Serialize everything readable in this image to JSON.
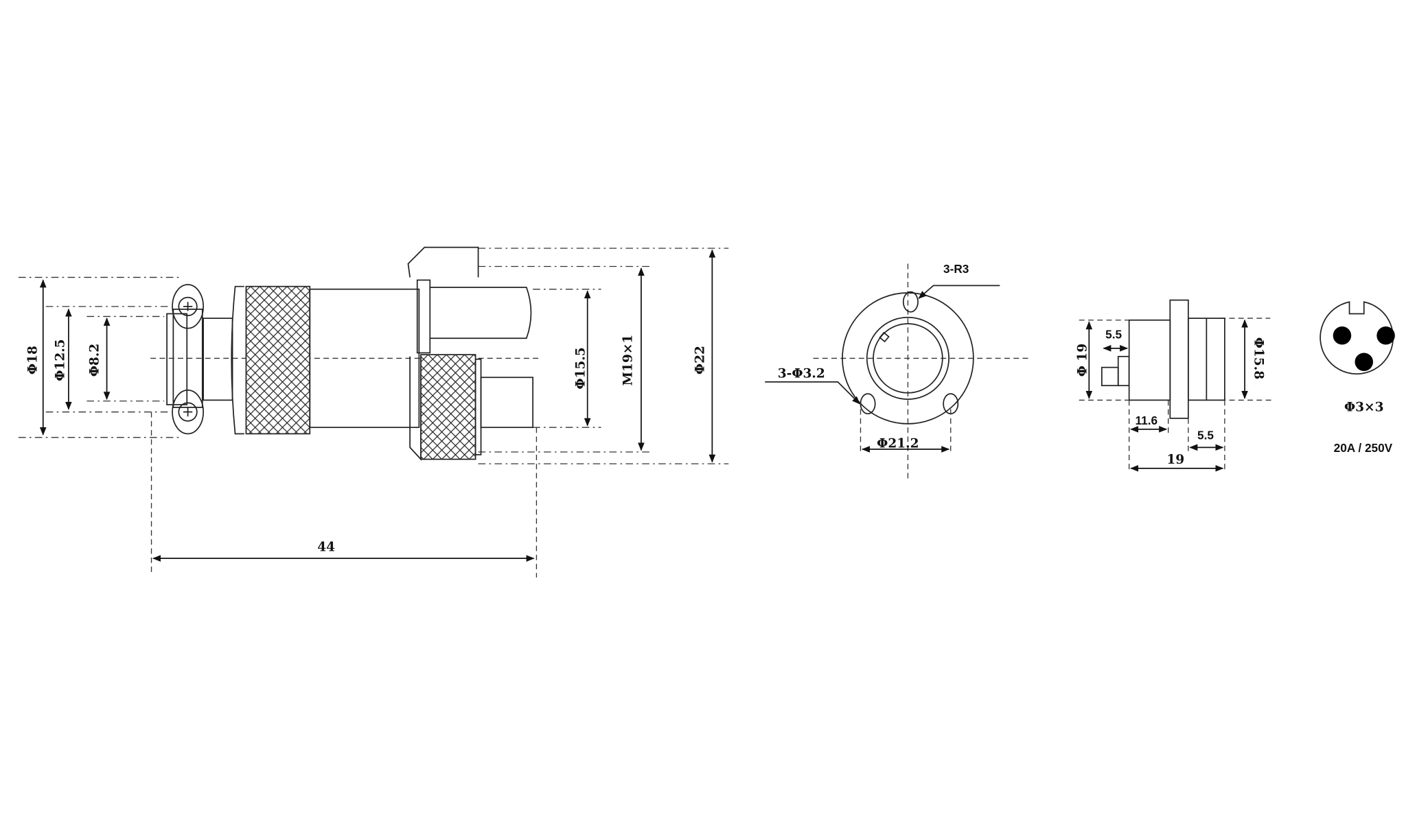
{
  "plug_side_view": {
    "dim_outer_dia": "Φ18",
    "dim_mid_dia": "Φ12.5",
    "dim_inner_dia": "Φ8.2",
    "dim_pin_dia": "Φ15.5",
    "dim_thread": "M19×1",
    "dim_max_dia": "Φ22",
    "dim_length": "44"
  },
  "socket_front_view": {
    "notch_radius": "3-R3",
    "mount_holes": "3-Φ3.2",
    "hole_circle_dia": "Φ21.2"
  },
  "socket_side_view": {
    "dim_body_dia": "Φ 19",
    "dim_key": "5.5",
    "dim_front_dia": "Φ15.8",
    "dim_rear_length": "11.6",
    "dim_front_length": "5.5",
    "dim_total_length": "19"
  },
  "pin_layout": {
    "pin_spec": "Φ3×3",
    "rating": "20A / 250V"
  }
}
